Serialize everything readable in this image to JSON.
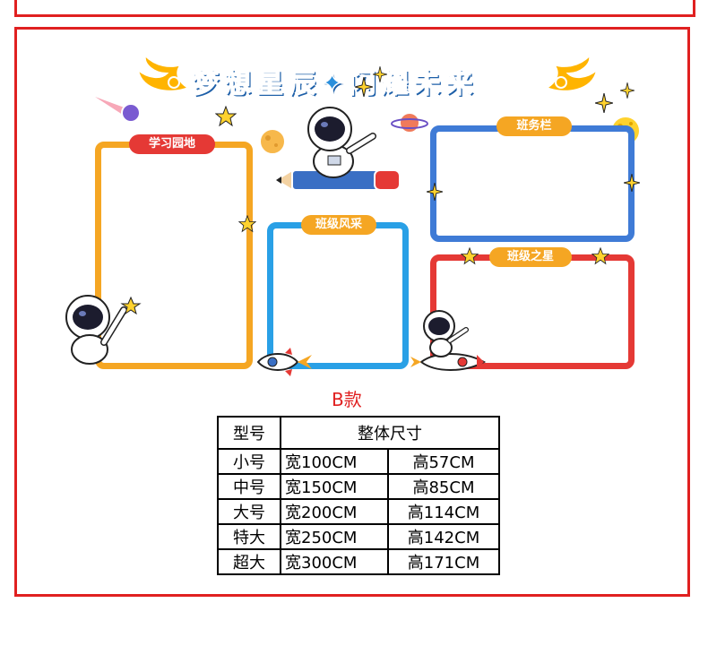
{
  "banner": {
    "title": "梦想星辰✦闪耀未来"
  },
  "panels": [
    {
      "label": "学习园地",
      "color": "#f5a623",
      "tag_color": "#e53935"
    },
    {
      "label": "班级风采",
      "color": "#29a0e6",
      "tag_color": "#f5a623"
    },
    {
      "label": "班务栏",
      "color": "#3f7bd6",
      "tag_color": "#f5a623"
    },
    {
      "label": "班级之星",
      "color": "#e53935",
      "tag_color": "#f5a623"
    }
  ],
  "variant_label": "B款",
  "size_table": {
    "header": [
      "型号",
      "整体尺寸"
    ],
    "rows": [
      [
        "小号",
        "宽100CM",
        "高57CM"
      ],
      [
        "中号",
        "宽150CM",
        "高85CM"
      ],
      [
        "大号",
        "宽200CM",
        "高114CM"
      ],
      [
        "特大",
        "宽250CM",
        "高142CM"
      ],
      [
        "超大",
        "宽300CM",
        "高171CM"
      ]
    ]
  },
  "decoration_icons": [
    "wing-icon",
    "star-icon",
    "astronaut-icon",
    "pencil-icon",
    "rocket-icon",
    "planet-icon",
    "moon-icon",
    "comet-icon"
  ]
}
